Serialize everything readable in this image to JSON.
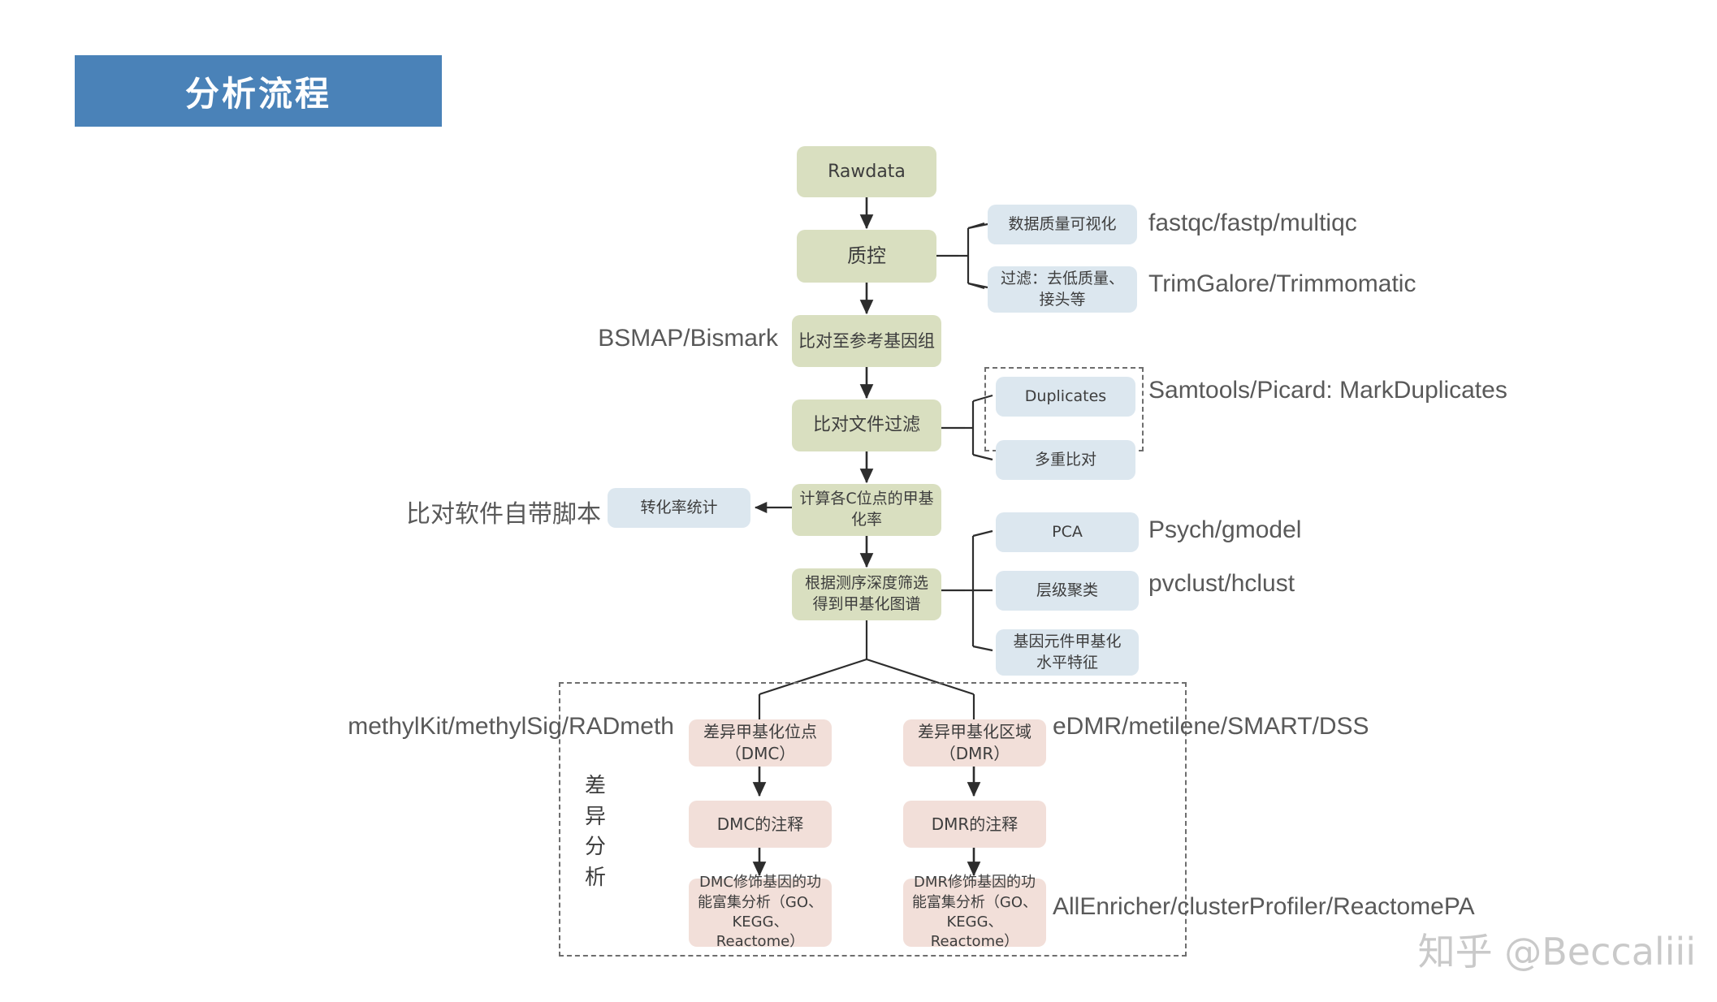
{
  "header": {
    "title": "分析流程",
    "banner_color": "#4a82b8"
  },
  "palette": {
    "green_box": "#d9dfc0",
    "blue_box": "#dce7ef",
    "pink_box": "#f2dfd9",
    "line": "#333333",
    "text": "#3d3d3d",
    "tool_text": "#595959",
    "watermark": "#c9c9c9"
  },
  "chart_data": {
    "type": "diagram",
    "title": "分析流程",
    "description": "WGBS/RRBS methylation analysis pipeline flowchart",
    "main_pipeline": [
      "Rawdata",
      "质控",
      "比对至参考基因组",
      "比对文件过滤",
      "计算各C位点的甲基化率",
      "根据测序深度筛选\n得到甲基化图谱"
    ],
    "branches": [
      {
        "from": "质控",
        "nodes": [
          "数据质量可视化",
          "过滤：去低质量、\n接头等"
        ],
        "tools": [
          "fastqc/fastp/multiqc",
          "TrimGalore/Trimmomatic"
        ]
      },
      {
        "from": "比对文件过滤",
        "nodes": [
          "Duplicates",
          "多重比对"
        ],
        "tools": [
          "Samtools/Picard: MarkDuplicates",
          ""
        ]
      },
      {
        "from": "计算各C位点的甲基化率",
        "nodes": [
          "转化率统计"
        ],
        "tools": [
          "比对软件自带脚本"
        ]
      },
      {
        "from": "根据测序深度筛选得到甲基化图谱",
        "nodes": [
          "PCA",
          "层级聚类",
          "基因元件甲基化\n水平特征"
        ],
        "tools": [
          "Psych/gmodel",
          "pvclust/hclust",
          ""
        ]
      }
    ],
    "differential_analysis": {
      "group_label": "差异分析",
      "left_chain": [
        "差异甲基化位点\n（DMC）",
        "DMC的注释",
        "DMC修饰基因的功\n能富集分析（GO、\nKEGG、Reactome）"
      ],
      "right_chain": [
        "差异甲基化区域\n（DMR）",
        "DMR的注释",
        "DMR修饰基因的功\n能富集分析（GO、\nKEGG、Reactome）"
      ],
      "left_tool": "methylKit/methylSig/RADmeth",
      "right_tool": "eDMR/metilene/SMART/DSS",
      "enrichment_tool": "AllEnricher/clusterProfiler/ReactomePA"
    }
  },
  "nodes": {
    "rawdata": "Rawdata",
    "qc": "质控",
    "align": "比对至参考基因组",
    "bam_filter": "比对文件过滤",
    "meth_rate": "计算各C位点的甲基\n化率",
    "meth_map": "根据测序深度筛选\n得到甲基化图谱",
    "qc_vis": "数据质量可视化",
    "qc_trim": "过滤：去低质量、\n接头等",
    "duplicates": "Duplicates",
    "multi_align": "多重比对",
    "conversion_rate": "转化率统计",
    "pca": "PCA",
    "hclust": "层级聚类",
    "element_meth": "基因元件甲基化\n水平特征",
    "dmc": "差异甲基化位点\n（DMC）",
    "dmr": "差异甲基化区域\n（DMR）",
    "dmc_anno": "DMC的注释",
    "dmr_anno": "DMR的注释",
    "dmc_enrich": "DMC修饰基因的功\n能富集分析（GO、\nKEGG、Reactome）",
    "dmr_enrich": "DMR修饰基因的功\n能富集分析（GO、\nKEGG、Reactome）"
  },
  "tools": {
    "fastqc": "fastqc/fastp/multiqc",
    "trimgalore": "TrimGalore/Trimmomatic",
    "bsmap": "BSMAP/Bismark",
    "samtools": "Samtools/Picard: MarkDuplicates",
    "aligner_script": "比对软件自带脚本",
    "psych": "Psych/gmodel",
    "pvclust": "pvclust/hclust",
    "methylkit": "methylKit/methylSig/RADmeth",
    "edmr": "eDMR/metilene/SMART/DSS",
    "allenricher": "AllEnricher/clusterProfiler/ReactomePA"
  },
  "group": {
    "diff_label_chars": [
      "差",
      "异",
      "分",
      "析"
    ]
  },
  "watermark": {
    "text": "知乎 @Beccaliii"
  }
}
